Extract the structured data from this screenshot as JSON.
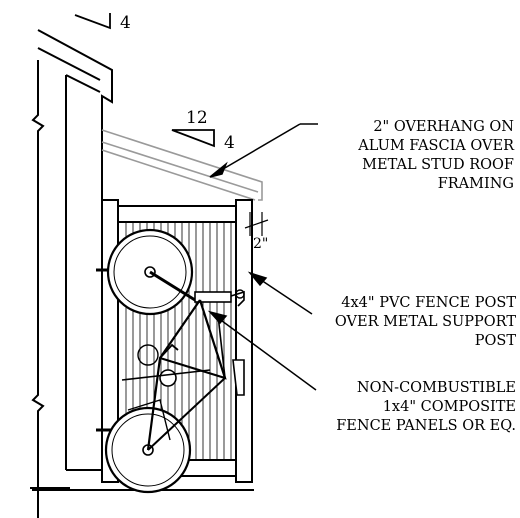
{
  "drawing": {
    "type": "architectural-section-detail",
    "line_color": "#000000",
    "roof_color": "#9a9a9a",
    "background": "#ffffff"
  },
  "slope_upper": {
    "rise": "4"
  },
  "slope_main": {
    "run": "12",
    "rise": "4"
  },
  "dimension": {
    "text": "2\""
  },
  "callouts": [
    {
      "lines": [
        "2\" OVERHANG ON",
        "ALUM FASCIA OVER",
        "METAL STUD ROOF",
        "FRAMING"
      ]
    },
    {
      "lines": [
        "4x4\" PVC FENCE POST",
        "OVER METAL SUPPORT",
        "POST"
      ]
    },
    {
      "lines": [
        "NON-COMBUSTIBLE",
        "1x4\" COMPOSITE",
        "FENCE PANELS OR EQ."
      ]
    }
  ]
}
